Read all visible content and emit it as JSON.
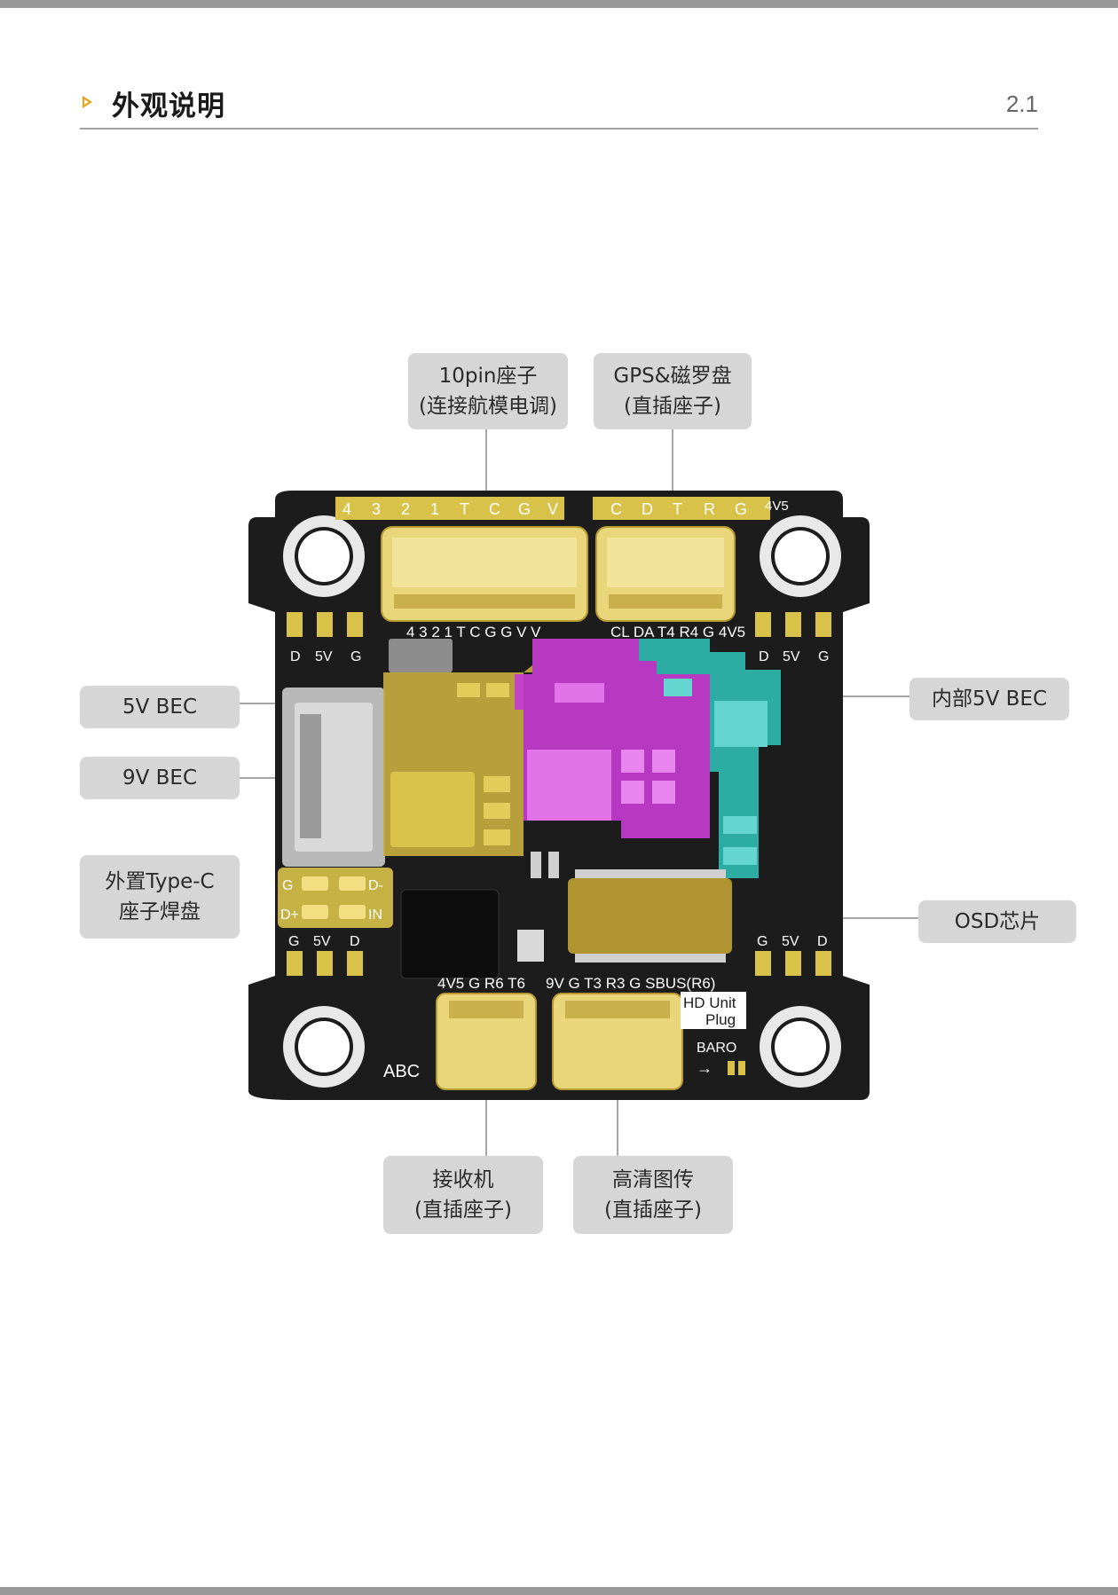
{
  "header": {
    "title": "外观说明",
    "page_number": "2.1"
  },
  "colors": {
    "accent": "#e8a317",
    "board": "#1c1c1c",
    "highlight_yellow": "#d9c24a",
    "highlight_magenta": "#c43ccf",
    "highlight_teal": "#2fb9b0",
    "callout_bg": "#d6d6d6"
  },
  "callouts": {
    "esc_connector": {
      "line1": "10pin座子",
      "line2": "(连接航模电调)"
    },
    "gps_compass": {
      "line1": "GPS&磁罗盘",
      "line2": "(直插座子)"
    },
    "bec_5v": {
      "line1": "5V BEC"
    },
    "bec_9v": {
      "line1": "9V BEC"
    },
    "type_c_pads": {
      "line1": "外置Type-C",
      "line2": "座子焊盘"
    },
    "internal_bec_5v": {
      "line1": "内部5V BEC"
    },
    "osd_chip": {
      "line1": "OSD芯片"
    },
    "receiver": {
      "line1": "接收机",
      "line2": "(直插座子)"
    },
    "hd_vtx": {
      "line1": "高清图传",
      "line2": "(直插座子)"
    }
  },
  "silkscreen": {
    "top_left_row": [
      "4",
      "3",
      "2",
      "1",
      "T",
      "C",
      "G",
      "V"
    ],
    "top_right_row": [
      "C",
      "D",
      "T",
      "R",
      "G"
    ],
    "top_right_extra": "4V5",
    "esc_pin_labels": "4 3 2 1 T C G G V V",
    "gps_pin_labels": "CL DA T4 R4 G 4V5",
    "pad_labels_left": [
      "D",
      "5V",
      "G"
    ],
    "pad_labels_right": [
      "D",
      "5V",
      "G"
    ],
    "pad_labels_bottom_left": [
      "G",
      "5V",
      "D"
    ],
    "pad_labels_bottom_right": [
      "G",
      "5V",
      "D"
    ],
    "usb_pads_left": [
      "G",
      "D+"
    ],
    "usb_pads_right": [
      "D-",
      "IN"
    ],
    "rx_pin_labels": "4V5 G R6 T6",
    "vtx_pin_labels": "9V G T3 R3 G SBUS(R6)",
    "hd_unit": "HD Unit",
    "plug": "Plug",
    "baro": "BARO",
    "baro_arrow": "→",
    "abc": "ABC"
  }
}
